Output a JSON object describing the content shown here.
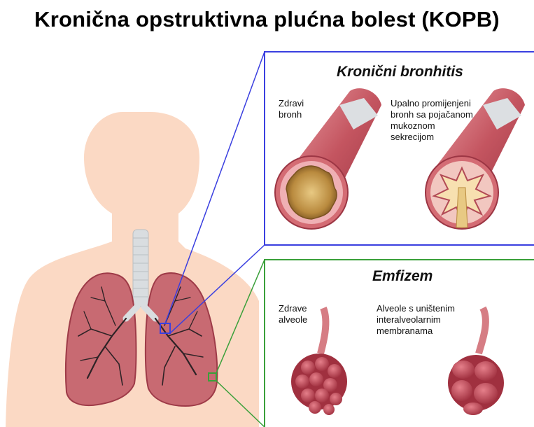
{
  "title": "Kronična opstruktivna plućna bolest (KOPB)",
  "panels": {
    "bronchitis": {
      "title": "Kronični bronhitis",
      "healthy_label": "Zdravi\nbronh",
      "diseased_label": "Upalno promijenjeni\nbronh sa pojačanom\nmukoznom\nsekrecijom",
      "border_color": "#3a3fe0"
    },
    "emphysema": {
      "title": "Emfizem",
      "healthy_label": "Zdrave\nalveole",
      "diseased_label": "Alveole s uništenim\ninteralveolarnim\nmembranama",
      "border_color": "#3aa03a"
    }
  },
  "colors": {
    "skin": "#fbd9c4",
    "lung": "#c86a72",
    "lung_dark": "#9e3b48",
    "trachea": "#d9dde0",
    "bronchial_tree": "#2e2326"
  }
}
